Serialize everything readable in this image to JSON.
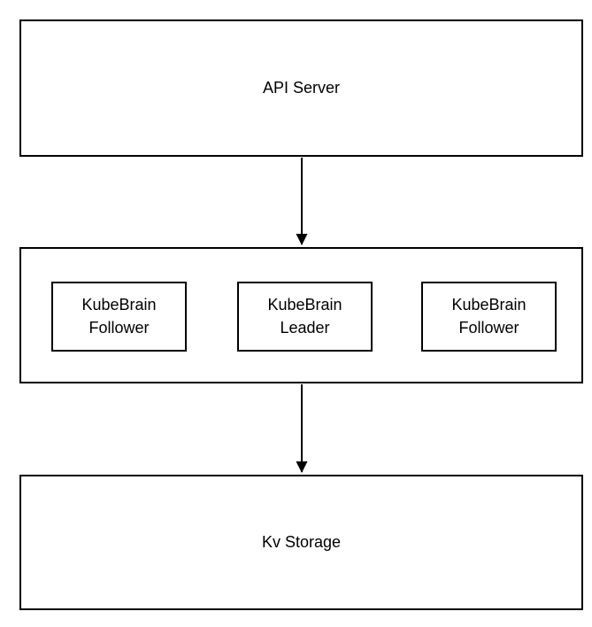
{
  "diagram": {
    "type": "architecture-flow",
    "colors": {
      "stroke": "#000000",
      "fill": "#ffffff",
      "text": "#000000"
    },
    "nodes": {
      "api_server": {
        "label": "API Server"
      },
      "follower_left": {
        "label": "KubeBrain\nFollower"
      },
      "leader": {
        "label": "KubeBrain\nLeader"
      },
      "follower_right": {
        "label": "KubeBrain\nFollower"
      },
      "kv_storage": {
        "label": "Kv Storage"
      }
    },
    "edges": [
      {
        "from": "api_server",
        "to": "kubebrain_cluster",
        "direction": "down",
        "style": "solid-arrow"
      },
      {
        "from": "kubebrain_cluster",
        "to": "kv_storage",
        "direction": "down",
        "style": "solid-arrow"
      }
    ]
  }
}
